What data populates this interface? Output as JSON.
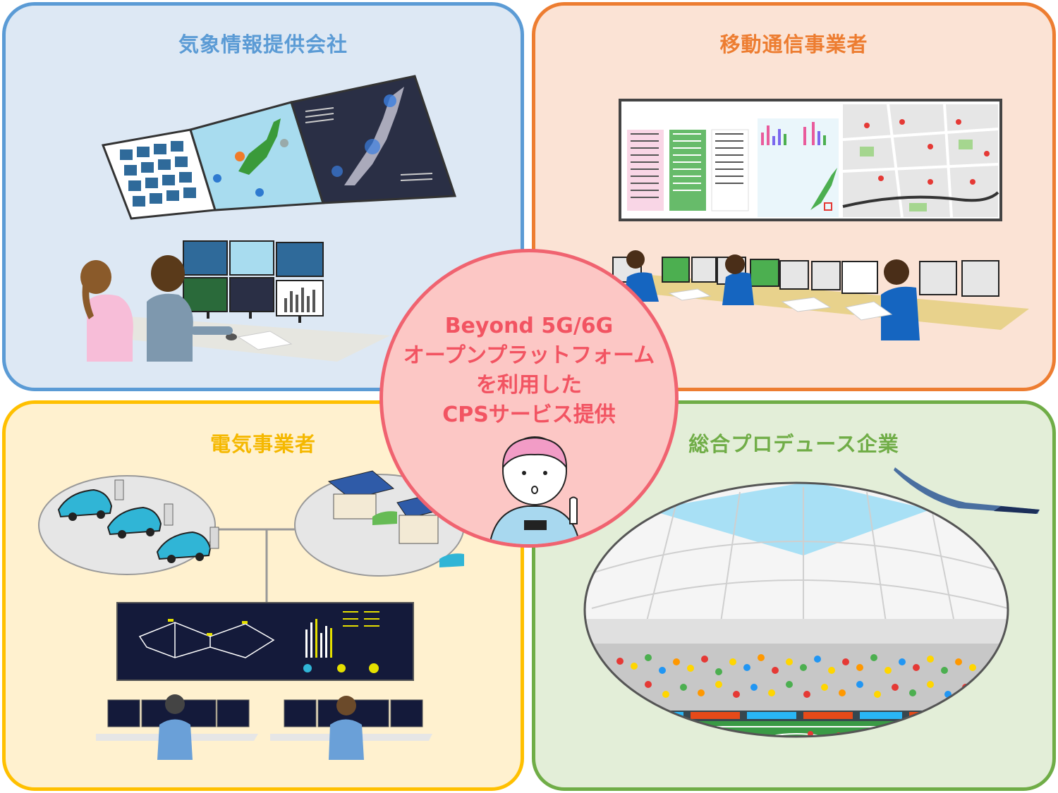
{
  "quadrants": {
    "weather": {
      "title": "気象情報提供会社",
      "color": "#5b9bd5",
      "title_color": "#5b9bd5"
    },
    "mobile": {
      "title": "移動通信事業者",
      "color": "#ed7d31",
      "title_color": "#ed7d31"
    },
    "electric": {
      "title": "電気事業者",
      "color": "#ffc000",
      "title_color": "#f5b800"
    },
    "produce": {
      "title": "総合プロデュース企業",
      "color": "#70ad47",
      "title_color": "#70ad47"
    }
  },
  "center": {
    "lines": [
      "Beyond 5G/6G",
      "オープンプラットフォーム",
      "を利用した",
      "CPSサービス提供"
    ],
    "text_color": "#f25462",
    "fill": "#fcc7c5",
    "border": "#f06370"
  },
  "icons": {
    "weather": [
      "weather-monitor-wall",
      "operator-workstation",
      "person-icon"
    ],
    "mobile": [
      "map-display-wall",
      "operator-desks"
    ],
    "electric": [
      "ev-charging-icon",
      "solar-house-icon",
      "grid-control-display"
    ],
    "produce": [
      "stadium-illustration",
      "drone-icon"
    ]
  }
}
